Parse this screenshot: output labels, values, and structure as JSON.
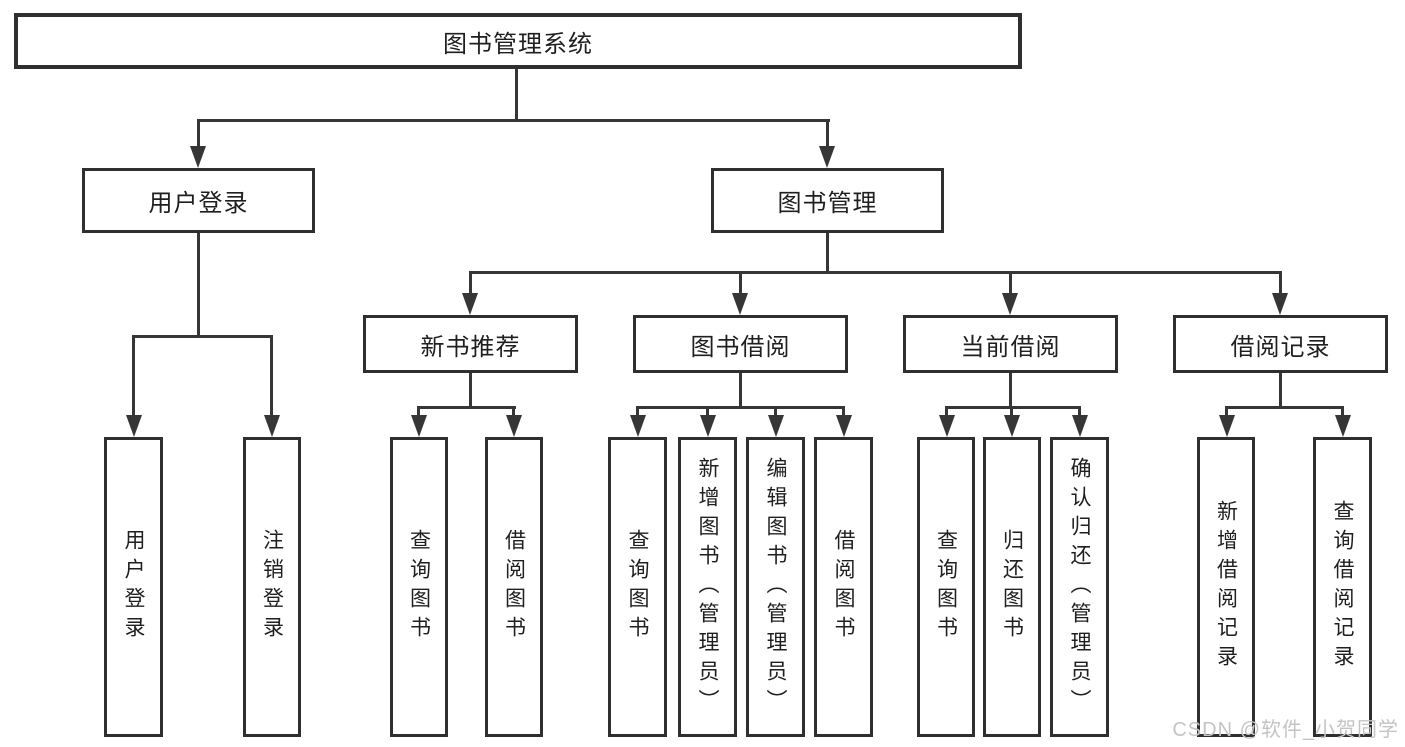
{
  "diagram": {
    "root": {
      "label": "图书管理系统"
    },
    "level2": [
      {
        "label": "用户登录"
      },
      {
        "label": "图书管理"
      }
    ],
    "level3": [
      {
        "label": "新书推荐"
      },
      {
        "label": "图书借阅"
      },
      {
        "label": "当前借阅"
      },
      {
        "label": "借阅记录"
      }
    ],
    "leaves": {
      "user_login": [
        {
          "label": "用户登录"
        },
        {
          "label": "注销登录"
        }
      ],
      "new_book": [
        {
          "label": "查询图书"
        },
        {
          "label": "借阅图书"
        }
      ],
      "book_borrow": [
        {
          "label": "查询图书"
        },
        {
          "label": "新增图书（管理员）"
        },
        {
          "label": "编辑图书（管理员）"
        },
        {
          "label": "借阅图书"
        }
      ],
      "current_borrow": [
        {
          "label": "查询图书"
        },
        {
          "label": "归还图书"
        },
        {
          "label": "确认归还（管理员）"
        }
      ],
      "borrow_records": [
        {
          "label": "新增借阅记录"
        },
        {
          "label": "查询借阅记录"
        }
      ]
    }
  },
  "watermark": {
    "text": "CSDN @软件_小贺同学"
  },
  "colors": {
    "line": "#363636",
    "border": "#2f2f2f",
    "text": "#1f1f1f",
    "watermark": "#c4c4c4",
    "background": "#ffffff"
  }
}
